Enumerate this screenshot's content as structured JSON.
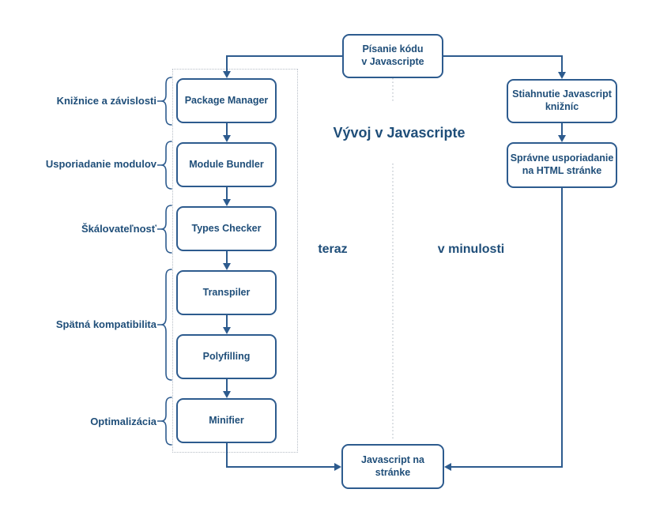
{
  "diagram": {
    "title": "Vývoj v Javascripte",
    "era_labels": {
      "now": "teraz",
      "past": "v minulosti"
    },
    "source": {
      "label": "Písanie kódu\nv Javascripte"
    },
    "sink": {
      "label": "Javascript na\nstránke"
    },
    "now_steps": [
      {
        "label": "Package Manager"
      },
      {
        "label": "Module Bundler"
      },
      {
        "label": "Types Checker"
      },
      {
        "label": "Transpiler"
      },
      {
        "label": "Polyfilling"
      },
      {
        "label": "Minifier"
      }
    ],
    "past_steps": [
      {
        "label": "Stiahnutie Javascript\nknižníc"
      },
      {
        "label": "Správne usporiadanie\nna HTML stránke"
      }
    ],
    "side_labels": [
      {
        "label": "Knižnice a závislosti"
      },
      {
        "label": "Usporiadanie modulov"
      },
      {
        "label": "Škálovateľnosť"
      },
      {
        "label": "Spätná kompatibilita"
      },
      {
        "label": "Optimalizácia"
      }
    ],
    "colors": {
      "text": "#1f4e79",
      "line": "#2d5b8e",
      "dotted_guides": "#b6bdc6",
      "background": "#ffffff"
    }
  }
}
